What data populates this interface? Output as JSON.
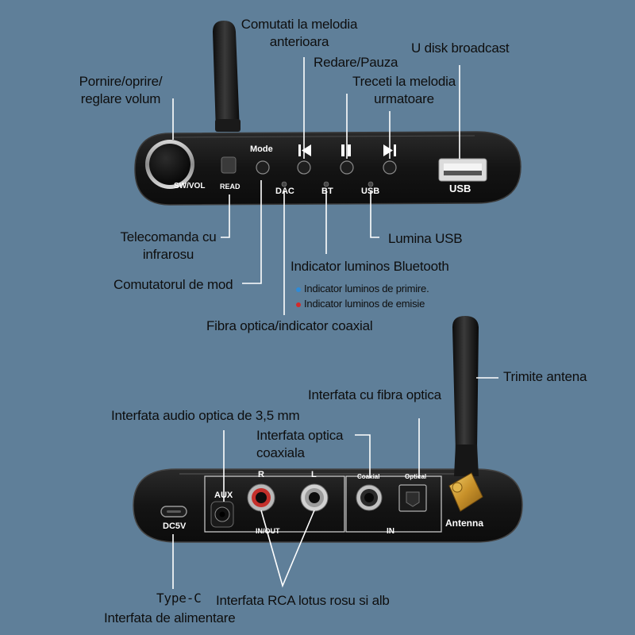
{
  "colors": {
    "background": "#5f7f99",
    "device_body": "#151515",
    "rca_red": "#c4302b",
    "rca_white": "#c9c9c9",
    "antenna_gold": "#d9a83a",
    "indicator_blue": "#2e8bd8",
    "indicator_red": "#d42a2a"
  },
  "front_device": {
    "knob_label": "SW/VOL",
    "read_label": "READ",
    "mode_label": "Mode",
    "dac_label": "DAC",
    "bt_label": "BT",
    "usb_indicator_label": "USB",
    "usb_port_label": "USB"
  },
  "back_device": {
    "aux_label": "AUX",
    "r_label": "R",
    "l_label": "L",
    "inout_label": "IN/OUT",
    "coaxial_label": "Coaxial",
    "optical_label": "Optical",
    "in_label": "IN",
    "antenna_label": "Antenna",
    "dc_label": "DC5V"
  },
  "callouts": {
    "prev_track": [
      "Comutati la melodia",
      "anterioara"
    ],
    "play_pause": "Redare/Pauza",
    "next_track": [
      "Treceti la melodia",
      "urmatoare"
    ],
    "usb_broadcast": "U disk broadcast",
    "power_volume": [
      "Pornire/oprire/",
      "reglare volum"
    ],
    "infrared": [
      "Telecomanda cu",
      "infrarosu"
    ],
    "usb_light": "Lumina USB",
    "bt_indicator": "Indicator luminos Bluetooth",
    "bt_receive": "Indicator luminos de primire.",
    "bt_transmit": "Indicator luminos de emisie",
    "mode_switch": "Comutatorul de mod",
    "fiber_coax_indicator": "Fibra optica/indicator coaxial",
    "send_antenna": "Trimite antena",
    "optical_interface": "Interfata cu fibra optica",
    "aux_interface": "Interfata audio optica de 3,5 mm",
    "coaxial_interface": [
      "Interfata optica",
      "coaxiala"
    ],
    "type_c": "Type-C",
    "rca_interface": "Interfata RCA lotus rosu si alb",
    "power_interface": "Interfata de alimentare"
  }
}
